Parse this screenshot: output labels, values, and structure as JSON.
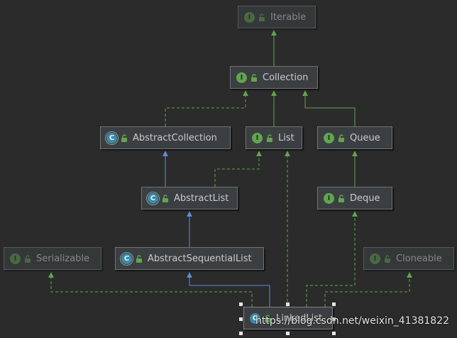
{
  "diagram": {
    "nodes": {
      "iterable": {
        "label": "Iterable",
        "kind": "I"
      },
      "collection": {
        "label": "Collection",
        "kind": "I"
      },
      "abstract_collection": {
        "label": "AbstractCollection",
        "kind": "C"
      },
      "list": {
        "label": "List",
        "kind": "I"
      },
      "queue": {
        "label": "Queue",
        "kind": "I"
      },
      "abstract_list": {
        "label": "AbstractList",
        "kind": "C"
      },
      "deque": {
        "label": "Deque",
        "kind": "I"
      },
      "serializable": {
        "label": "Serializable",
        "kind": "I"
      },
      "abstract_sequential_list": {
        "label": "AbstractSequentialList",
        "kind": "C"
      },
      "cloneable": {
        "label": "Cloneable",
        "kind": "I"
      },
      "linked_list": {
        "label": "LinkedList",
        "kind": "C"
      }
    },
    "colors": {
      "background": "#2b2b2b",
      "implements_edge": "#62a54e",
      "extends_edge": "#5b8fd6",
      "interface_badge": "#62a54e",
      "class_badge": "#3c8aa8"
    }
  },
  "watermark": "https://blog.csdn.net/weixin_41381822"
}
